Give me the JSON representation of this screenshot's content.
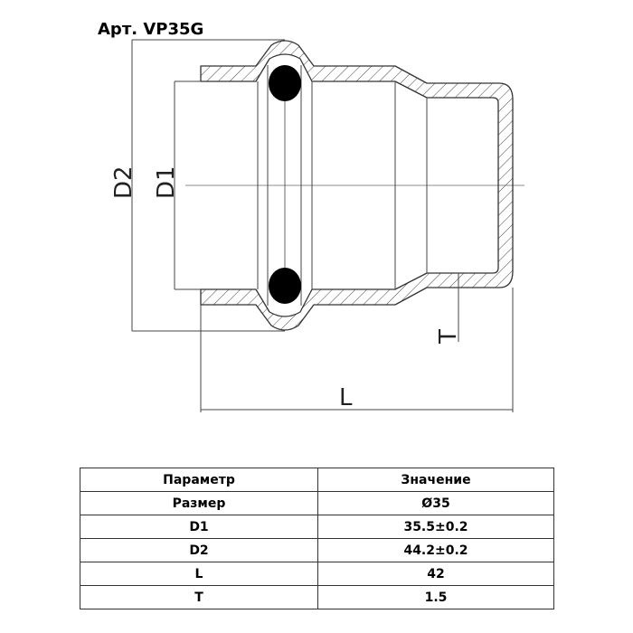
{
  "title": "Арт. VP35G",
  "drawing": {
    "labels": {
      "d2": "D2",
      "d1": "D1",
      "t": "T",
      "l": "L"
    }
  },
  "table": {
    "headers": [
      "Параметр",
      "Значение"
    ],
    "rows": [
      [
        "Размер",
        "Ø35"
      ],
      [
        "D1",
        "35.5±0.2"
      ],
      [
        "D2",
        "44.2±0.2"
      ],
      [
        "L",
        "42"
      ],
      [
        "T",
        "1.5"
      ]
    ]
  }
}
